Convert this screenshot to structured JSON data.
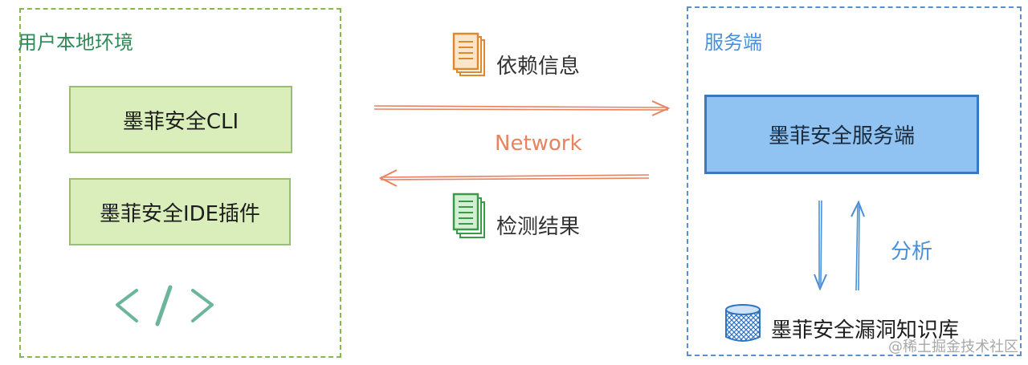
{
  "local_env": {
    "title": "用户本地环境"
  },
  "server": {
    "title": "服务端"
  },
  "components": {
    "cli": "墨菲安全CLI",
    "ide_plugin": "墨菲安全IDE插件",
    "server_box": "墨菲安全服务端",
    "knowledge_base": "墨菲安全漏洞知识库"
  },
  "flow": {
    "dependency_info": "依赖信息",
    "network": "Network",
    "detection_results": "检测结果",
    "analysis": "分析"
  },
  "icons": {
    "code": "code-icon",
    "dependency_doc": "document-icon",
    "result_doc": "document-icon",
    "database": "database-icon"
  },
  "colors": {
    "local_border": "#86b84e",
    "server_border": "#5b8fc9",
    "local_box": "#d9eebb",
    "server_box": "#90c3f1",
    "network": "#e9825f"
  },
  "watermark": "@稀土掘金技术社区"
}
